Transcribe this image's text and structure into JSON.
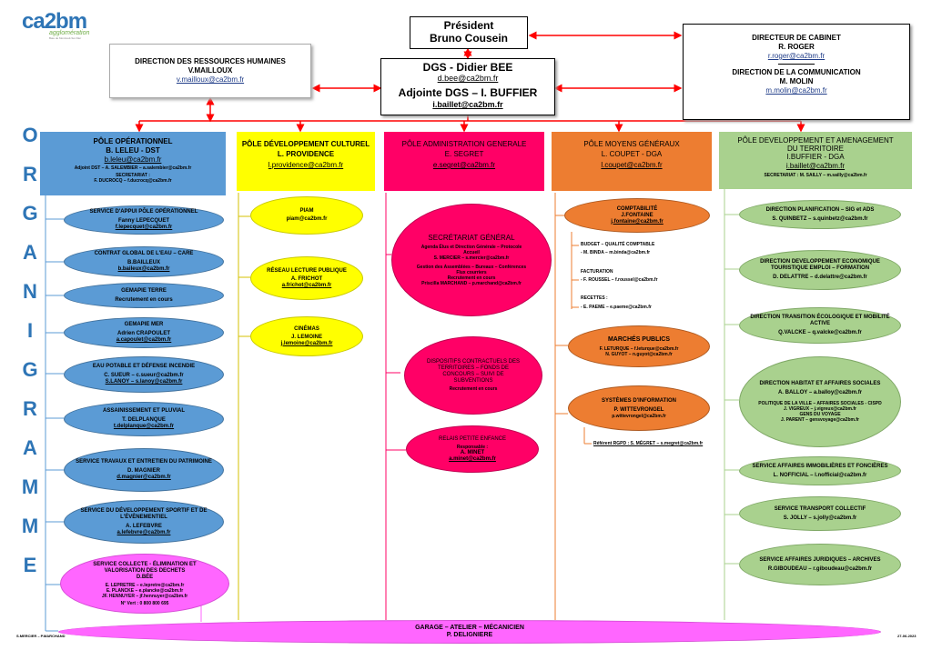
{
  "logo": {
    "text": "ca2bm",
    "tagline": "agglomération",
    "small": "Baie de Montreuil-Sur-Mer"
  },
  "vertical_title": [
    "O",
    "R",
    "G",
    "A",
    "N",
    "I",
    "G",
    "R",
    "A",
    "M",
    "M",
    "E"
  ],
  "president": {
    "title": "Président",
    "name": "Bruno Cousein"
  },
  "cabinet": {
    "line1": "DIRECTEUR DE CABINET",
    "line2": "R. ROGER",
    "email1": "r.roger@ca2bm.fr",
    "line3": "DIRECTION DE LA COMMUNICATION",
    "line4": "M. MOLIN",
    "email2": "m.molin@ca2bm.fr"
  },
  "rh": {
    "line1": "DIRECTION DES RESSOURCES HUMAINES",
    "line2": "V.MAILLOUX",
    "email": "v.mailloux@ca2bm.fr"
  },
  "dgs": {
    "line1": "DGS - Didier BEE",
    "email1": "d.bee@ca2bm.fr",
    "line2": "Adjointe DGS – I. BUFFIER",
    "email2": "i.baillet@ca2bm.fr"
  },
  "poles": {
    "operationnel": {
      "title": "PÔLE OPÉRATIONNEL",
      "head": "B. LELEU - DST",
      "email": "b.leleu@ca2bm.fr",
      "adjoint": "Adjoint DST – A. SALEMBIER – a.salembier@ca2bm.fr",
      "secretariat": "SECRETARIAT :",
      "secretariat_name": "F. DUCROCQ – f.ducrocq@ca2bm.fr",
      "services": [
        {
          "l1": "SERVICE D'APPUI PÔLE OPÉRATIONNEL",
          "l2": "Fanny LEPECQUET",
          "l3": "f.lepecquet@ca2bm.fr"
        },
        {
          "l1": "CONTRAT GLOBAL DE L'EAU – CARE",
          "l2": "B.BAILLEUX",
          "l3": "b.baileux@ca2bm.fr"
        },
        {
          "l1": "GEMAPIE TERRE",
          "l2": "Recrutement en cours",
          "l3": ""
        },
        {
          "l1": "GEMAPIE MER",
          "l2": "Adrien CRAPOULET",
          "l3": "a.capoulet@ca2bm.fr"
        },
        {
          "l1": "EAU POTABLE ET DÉFENSE INCENDIE",
          "l2": "C. SUEUR – c.sueur@ca2bm.fr",
          "l3": "S.LANOY – s.lanoy@ca2bm.fr"
        },
        {
          "l1": "ASSAINISSEMENT ET PLUVIAL",
          "l2": "T. DELPLANQUE",
          "l3": "t.delplanque@ca2bm.fr"
        },
        {
          "l1": "SERVICE TRAVAUX ET ENTRETIEN DU PATRIMOINE",
          "l2": "D. MAGNIER",
          "l3": "d.magnier@ca2bm.fr"
        },
        {
          "l1": "SERVICE DU DÉVELOPPEMENT SPORTIF ET DE L'ÉVÈNEMENTIEL",
          "l2": "A. LEFEBVRE",
          "l3": "a.lefebvre@ca2bm.fr"
        }
      ],
      "dechets": {
        "l1": "SERVICE COLLECTE - ÉLIMINATION ET VALORISATION DES DECHETS",
        "l2": "D.BÉE",
        "l3": "E. LEPRETRE – e.lepretre@ca2bm.fr",
        "l4": "E. PLANCKE – e.plancke@ca2bm.fr",
        "l5": "JF. HENNUYER – jf.hennuyer@ca2bm.fr",
        "l6": "N° Vert : 0 800 800 695"
      }
    },
    "culturel": {
      "title": "PÔLE DÉVELOPPEMENT CULTUREL",
      "head": "L. PROVIDENCE",
      "email": "l.providence@ca2bm.fr",
      "services": [
        {
          "l1": "PIAM",
          "l2": "piam@ca2bm.fr",
          "l3": ""
        },
        {
          "l1": "RÉSEAU LECTURE PUBLIQUE",
          "l2": "A. FRICHOT",
          "l3": "a.frichot@ca2bm.fr"
        },
        {
          "l1": "CINÉMAS",
          "l2": "J. LEMOINE",
          "l3": "j.lemoine@ca2bm.fr"
        }
      ]
    },
    "administration": {
      "title": "PÔLE ADMINISTRATION GENERALE",
      "head": "E. SEGRET",
      "email": "e.segret@ca2bm.fr",
      "secretariat": {
        "l1": "SECRÉTARIAT GÉNÉRAL",
        "l2": "Agenda Élus et Direction Générale – Protocole",
        "l3": "Accueil",
        "l4": "S. MERCIER – s.mercier@ca2bm.fr",
        "l5": "Gestion des Assemblées – Bureaux – Conférences",
        "l6": "Flux courriers",
        "l7": "Recrutement en cours",
        "l8": "Priscilla MARCHAND – p.marchand@ca2bm.fr"
      },
      "dispositifs": {
        "l1": "DISPOSITIFS CONTRACTUELS DES TERRITOIRES – FONDS DE CONCOURS – SUIVI DE SUBVENTIONS",
        "l2": "Recrutement en cours"
      },
      "relais": {
        "l1": "RELAIS PETITE ENFANCE",
        "l2": "Responsable :",
        "l3": "A. MINET",
        "l4": "a.minet@ca2bm.fr"
      }
    },
    "moyens": {
      "title": "PÔLE MOYENS GÉNÉRAUX",
      "head": "L. COUPET - DGA",
      "email": "l.coupet@ca2bm.fr",
      "compta": {
        "l1": "COMPTABILITÉ",
        "l2": "J.FONTAINE",
        "l3": "j.fontaine@ca2bm.fr"
      },
      "budget": "BUDGET – QUALITÉ COMPTABLE",
      "budget_name": "- M. BINDA – m.binda@ca2bm.fr",
      "facturation": "FACTURATION",
      "facturation_name": "- F. ROUSSEL – f.roussel@ca2bm.fr",
      "recettes": "RECETTES :",
      "recettes_name": "- E. PAEME – e.paeme@ca2bm.fr",
      "marches": {
        "l1": "MARCHÉS PUBLICS",
        "l2": "F. LETURQUE – f.leturque@ca2bm.fr",
        "l3": "N. GUYOT – n.guyot@ca2bm.fr"
      },
      "si": {
        "l1": "SYSTÈMES D'INFORMATION",
        "l2": "P. WITTEVRONGEL",
        "l3": "p.wittevrongel@ca2bm.fr"
      },
      "rgpd": "Référent RGPD : S. MÉGRET – s.megret@ca2bm.fr"
    },
    "territoire": {
      "title": "PÔLE DEVELOPPEMENT ET AMENAGEMENT DU TERRITOIRE",
      "head": "I.BUFFIER - DGA",
      "email": "i.baillet@ca2bm.fr",
      "secretariat": "SECRETARIAT : M. SAILLY – m.sailly@ca2bm.fr",
      "services": [
        {
          "l1": "DIRECTION PLANIFICATION – SIG et ADS",
          "l2": "S. QUINBETZ – s.quinbetz@ca2bm.fr"
        },
        {
          "l1": "DIRECTION DEVELOPPEMENT ECONOMIQUE TOURISTIQUE EMPLOI – FORMATION",
          "l2": "D. DELATTRE – d.delattre@ca2bm.fr"
        },
        {
          "l1": "DIRECTION TRANSITION ÉCOLOGIQUE ET MOBILITÉ ACTIVE",
          "l2": "Q.VALCKE – q.valcke@ca2bm.fr"
        },
        {
          "l1": "DIRECTION HABITAT ET AFFAIRES SOCIALES",
          "l2": "A. BALLOY – a.balloy@ca2bm.fr",
          "l3": "POLITIQUE DE LA VILLE – AFFAIRES SOCIALES - CISPD",
          "l4": "J. VIGREUX – j.vigreux@ca2bm.fr",
          "l5": "GENS DU VOYAGE",
          "l6": "J. PARENT – gensvoyage@ca2bm.fr"
        },
        {
          "l1": "SERVICE AFFAIRES IMMOBILIÈRES ET FONCIÈRES",
          "l2": "L. NOFFICIAL – l.nofficial@ca2bm.fr"
        },
        {
          "l1": "SERVICE TRANSPORT COLLECTIF",
          "l2": "S. JOLLY – s.jolly@ca2bm.fr"
        },
        {
          "l1": "SERVICE AFFAIRES JURIDIQUES – ARCHIVES",
          "l2": "R.GIBOUDEAU – r.giboudeau@ca2bm.fr"
        }
      ]
    }
  },
  "garage": {
    "l1": "GARAGE – ATELIER – MÉCANICIEN",
    "l2": "P. DELIGNIERE"
  },
  "footer_left": "S.MERCIER – P.MARCHAND",
  "footer_right": "27-06-2023",
  "colors": {
    "blue": "#5b9bd5",
    "yellow": "#ffff00",
    "pink": "#ff0066",
    "orange": "#ed7d31",
    "green": "#a9d18e",
    "magenta": "#ff66ff",
    "red": "#ff0000"
  }
}
